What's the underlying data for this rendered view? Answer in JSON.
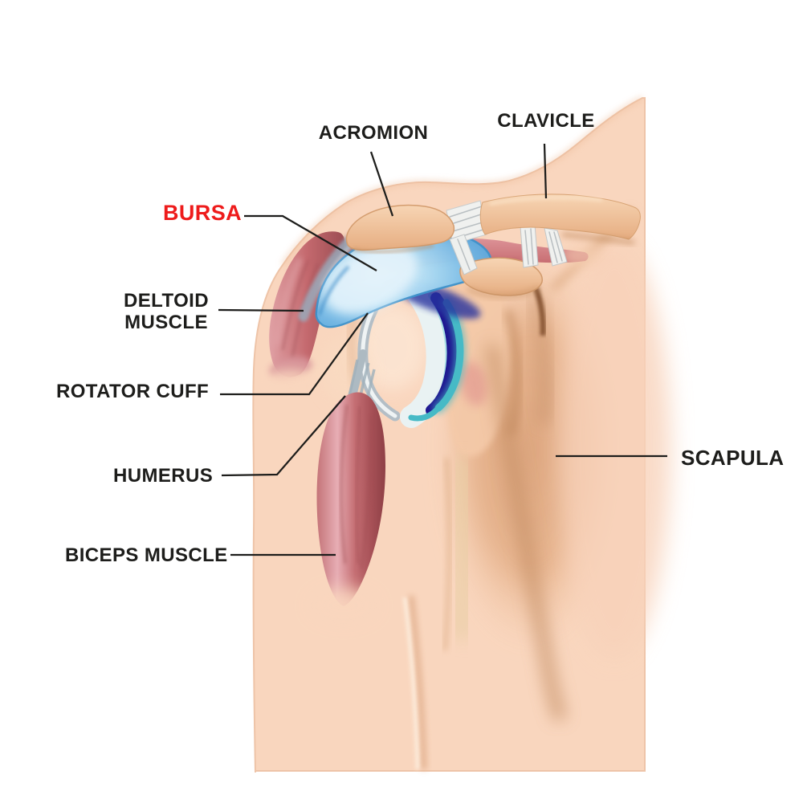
{
  "figure": {
    "title": "Shoulder anatomy illustration",
    "background": "#ffffff"
  },
  "colors": {
    "label_text": "#1d1d1b",
    "label_accent_red": "#ee1b1b",
    "leader_line": "#1d1d1b",
    "skin": "#f9d6be",
    "bone": "#f0c49f",
    "muscle_red": "#c5696d",
    "bursa_blue": "#7fc2ea",
    "cartilage_teal": "#47bac6",
    "joint_navy": "#1e1490",
    "tendon_gray": "#b3bec6",
    "ligament_white": "#f1f2f0"
  },
  "labels": {
    "acromion": "ACROMION",
    "clavicle": "CLAVICLE",
    "bursa": "BURSA",
    "deltoid_line1": "DELTOID",
    "deltoid_line2": "MUSCLE",
    "rotator_cuff": "ROTATOR CUFF",
    "humerus": "HUMERUS",
    "biceps_muscle": "BICEPS MUSCLE",
    "scapula": "SCAPULA"
  }
}
